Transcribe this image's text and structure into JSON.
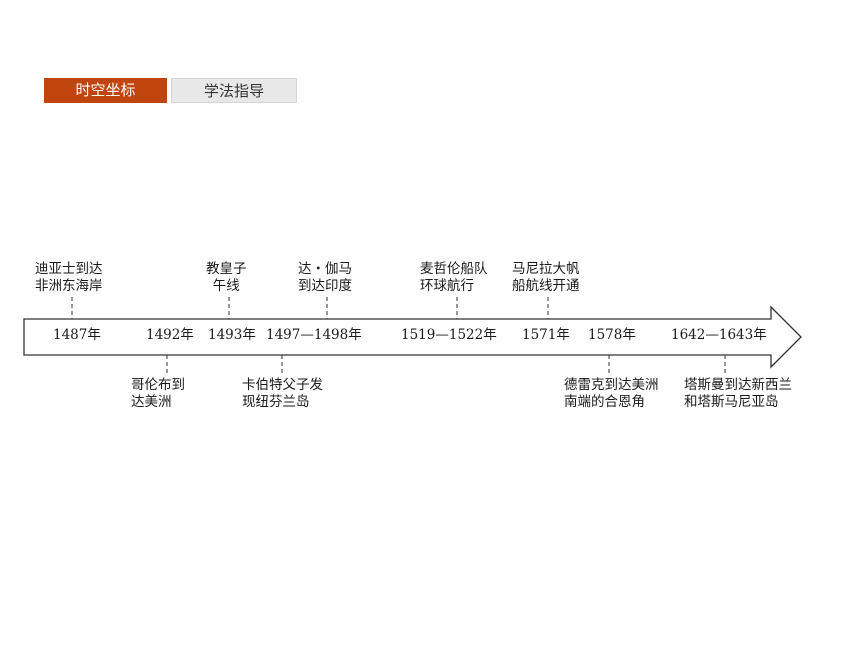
{
  "tabs": [
    {
      "label": "时空坐标",
      "active": true
    },
    {
      "label": "学法指导",
      "active": false
    }
  ],
  "colors": {
    "accent": "#c0440e",
    "tab_inactive": "#e8e8e8",
    "line": "#333333"
  },
  "timeline": {
    "years": [
      "1487年",
      "1492年",
      "1493年",
      "1497—1498年",
      "1519—1522年",
      "1571年",
      "1578年",
      "1642—1643年"
    ],
    "events_above": [
      {
        "year": "1487年",
        "lines": [
          "迪亚士到达",
          "非洲东海岸"
        ]
      },
      {
        "year": "1493年",
        "lines": [
          "教皇子",
          "午线"
        ]
      },
      {
        "year": "1497—1498年",
        "lines": [
          "达・伽马",
          "到达印度"
        ]
      },
      {
        "year": "1519—1522年",
        "lines": [
          "麦哲伦船队",
          "环球航行"
        ]
      },
      {
        "year": "1571年",
        "lines": [
          "马尼拉大帆",
          "船航线开通"
        ]
      }
    ],
    "events_below": [
      {
        "year": "1492年",
        "lines": [
          "哥伦布到",
          "达美洲"
        ]
      },
      {
        "year": "1497—1498年",
        "lines": [
          "卡伯特父子发",
          "现纽芬兰岛"
        ]
      },
      {
        "year": "1578年",
        "lines": [
          "德雷克到达美洲",
          "南端的合恩角"
        ]
      },
      {
        "year": "1642—1643年",
        "lines": [
          "塔斯曼到达新西兰",
          "和塔斯马尼亚岛"
        ]
      }
    ]
  }
}
